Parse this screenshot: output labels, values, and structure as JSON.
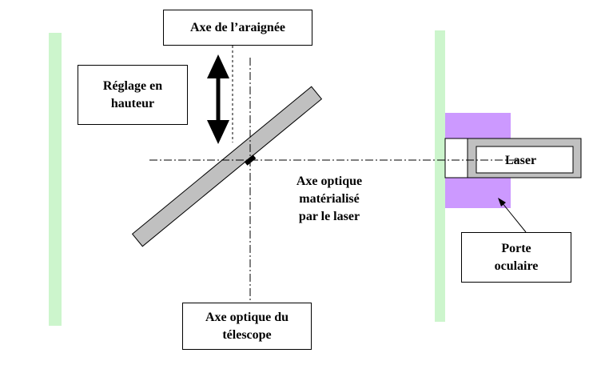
{
  "labels": {
    "spider_axis": "Axe de l’araignée",
    "height_adjustment": "Réglage en\nhauteur",
    "optical_axis_laser": "Axe optique\nmatérialisé\npar le laser",
    "laser": "Laser",
    "eyepiece_holder": "Porte\noculaire",
    "telescope_axis": "Axe optique du\ntélescope"
  },
  "colors": {
    "tube_wall": "#ccf5cc",
    "eyepiece_holder": "#cc99ff",
    "mirror": "#c0c0c0",
    "laser_body": "#c0c0c0",
    "lines": "#000000"
  }
}
